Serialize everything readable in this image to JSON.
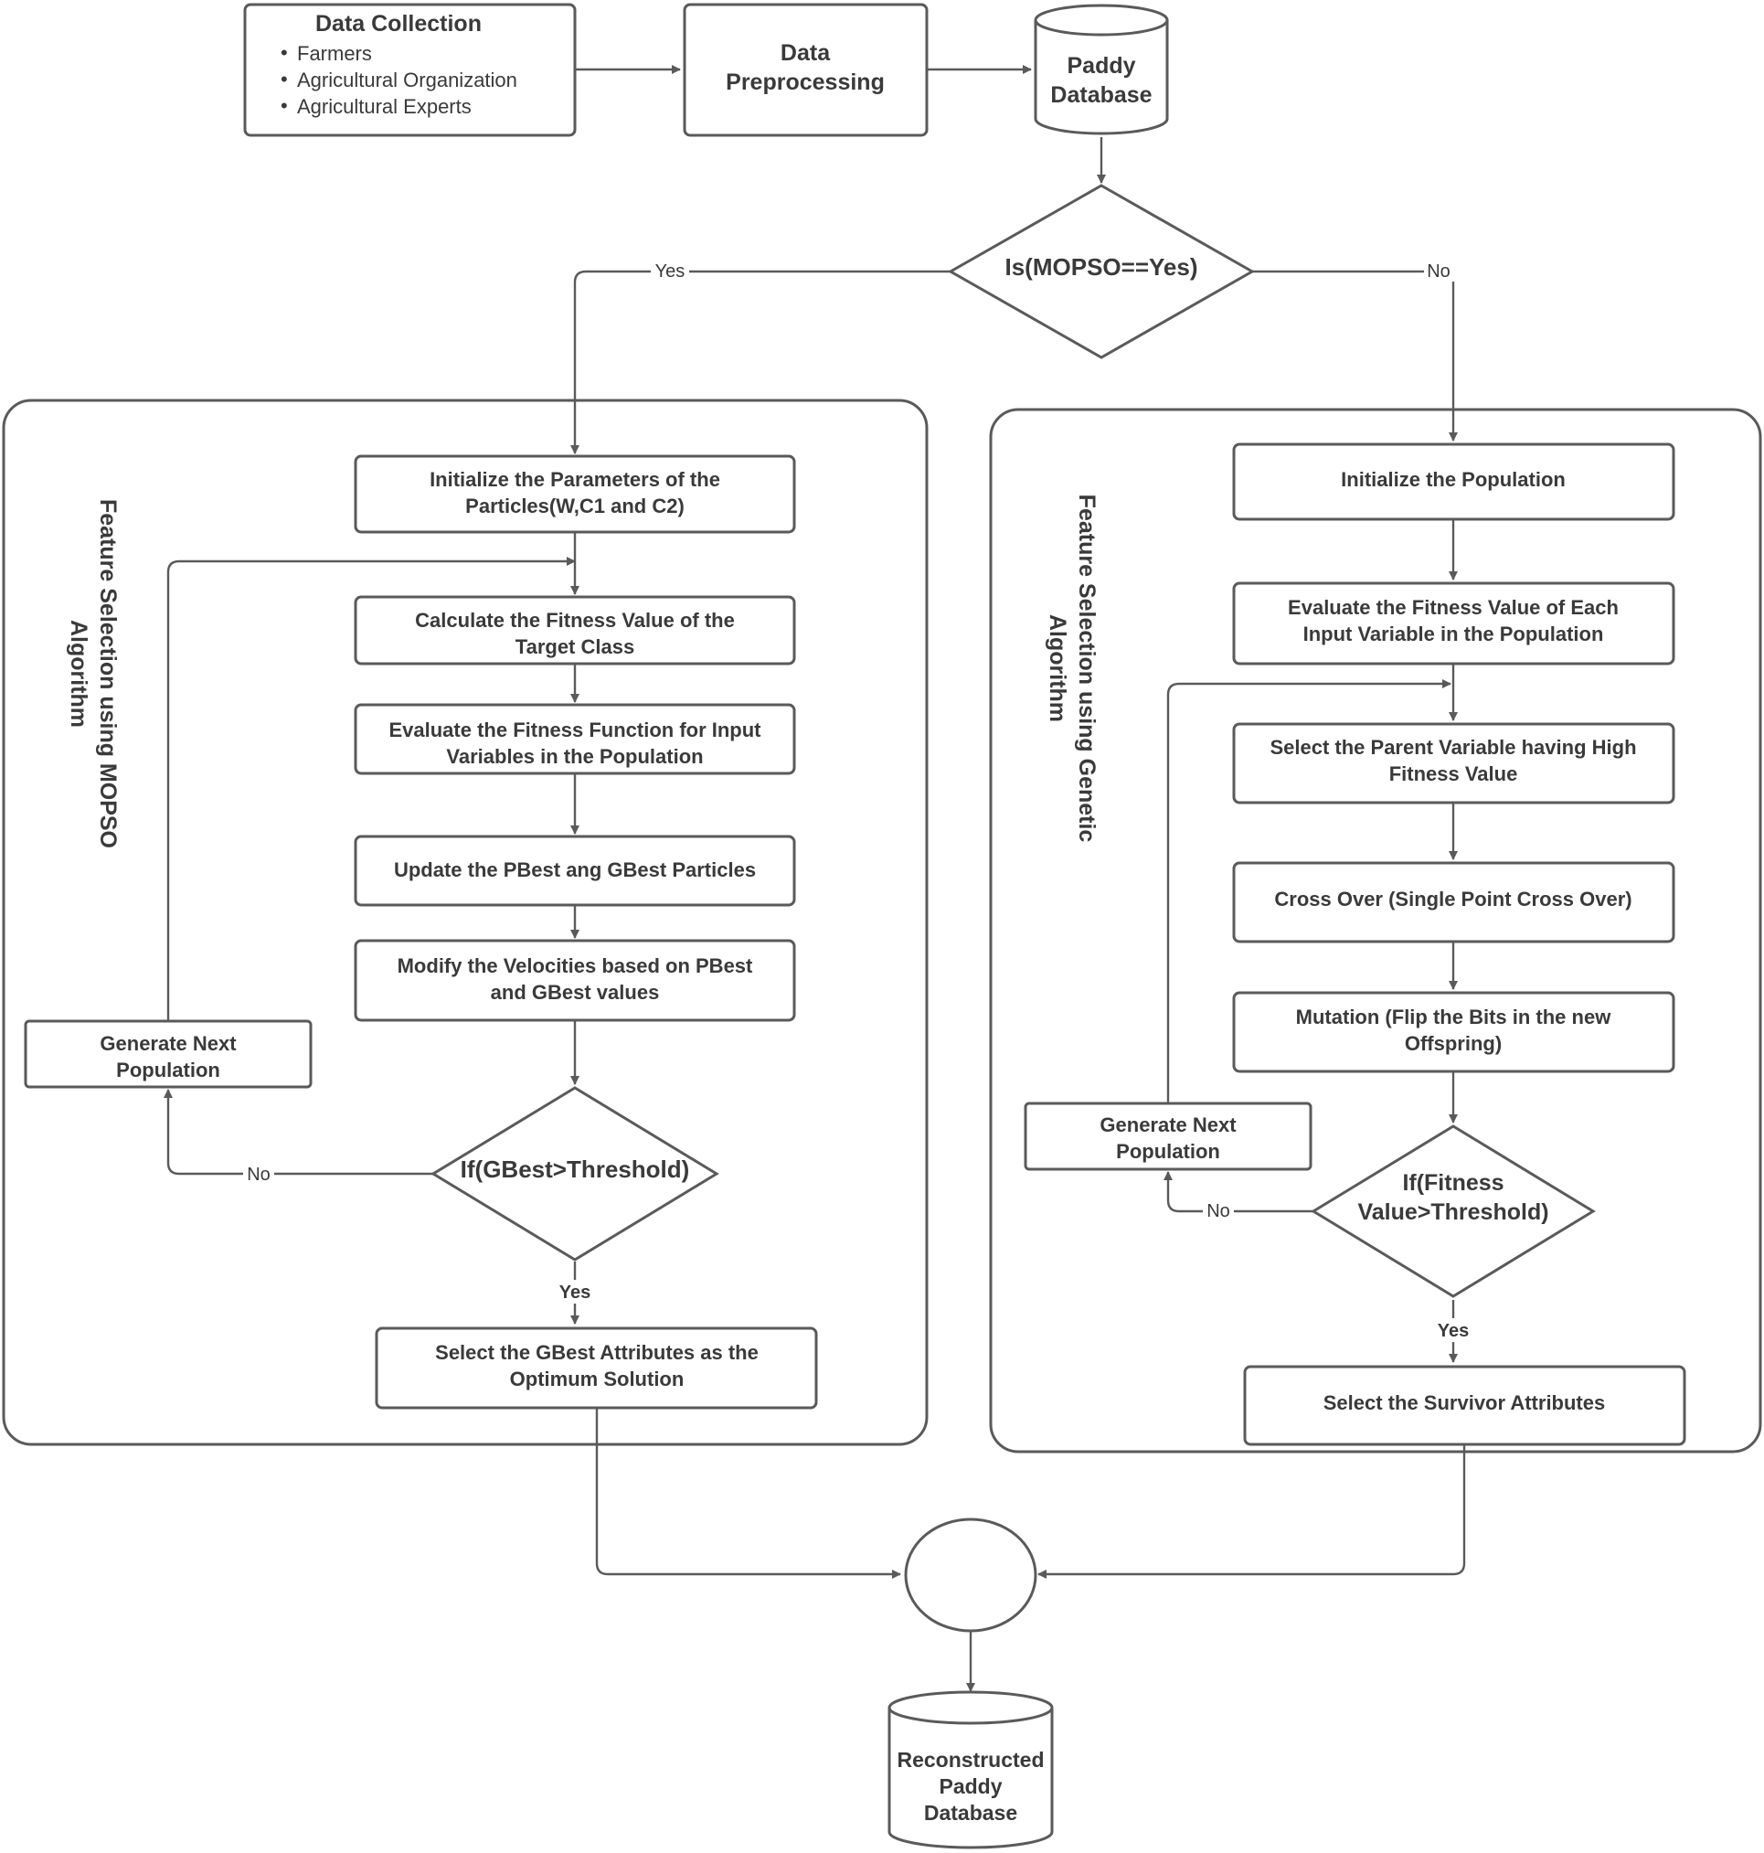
{
  "top": {
    "collection": {
      "title": "Data Collection",
      "items": [
        "Farmers",
        "Agricultural Organization",
        "Agricultural Experts"
      ]
    },
    "preprocessing": [
      "Data",
      "Preprocessing"
    ],
    "paddy_db": [
      "Paddy",
      "Database"
    ],
    "decision": "Is(MOPSO==Yes)",
    "yes": "Yes",
    "no": "No"
  },
  "mopso": {
    "panel_title": [
      "Feature Selection using MOPSO",
      "Algorithm"
    ],
    "steps": [
      [
        "Initialize the Parameters of the",
        "Particles(W,C1 and C2)"
      ],
      [
        "Calculate the Fitness Value of the",
        "Target Class"
      ],
      [
        "Evaluate the Fitness Function for Input",
        "Variables in the Population"
      ],
      [
        "Update the PBest ang GBest Particles"
      ],
      [
        "Modify the Velocities based on PBest",
        "and GBest values"
      ]
    ],
    "decision": "If(GBest>Threshold)",
    "next_population": [
      "Generate Next",
      "Population"
    ],
    "no": "No",
    "yes": "Yes",
    "final": [
      "Select the GBest Attributes as the",
      "Optimum Solution"
    ]
  },
  "genetic": {
    "panel_title": [
      "Feature Selection using Genetic",
      "Algorithm"
    ],
    "steps": [
      [
        "Initialize the Population"
      ],
      [
        "Evaluate the Fitness Value of Each",
        "Input Variable in the Population"
      ],
      [
        "Select the Parent Variable having High",
        "Fitness Value"
      ],
      [
        "Cross Over (Single Point Cross Over)"
      ],
      [
        "Mutation (Flip the Bits in the new",
        "Offspring)"
      ]
    ],
    "decision": [
      "If(Fitness",
      "Value>Threshold)"
    ],
    "next_population": [
      "Generate Next",
      "Population"
    ],
    "no": "No",
    "yes": "Yes",
    "final": [
      "Select the Survivor Attributes"
    ]
  },
  "output_db": [
    "Reconstructed",
    "Paddy",
    "Database"
  ]
}
